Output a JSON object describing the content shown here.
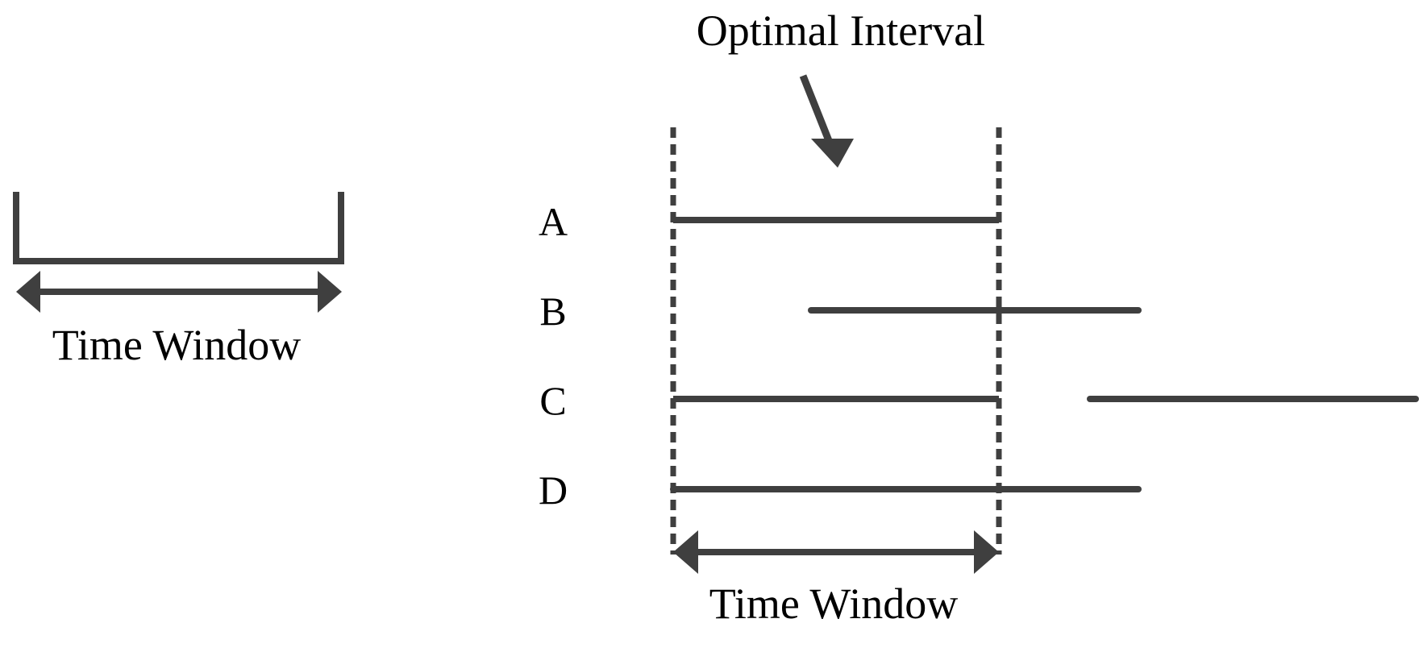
{
  "colors": {
    "stroke": "#3f3f3f",
    "text": "#000000"
  },
  "left_panel": {
    "caption": "Time Window"
  },
  "right_panel": {
    "annotation": "Optimal Interval",
    "caption": "Time Window",
    "rows": [
      {
        "label": "A"
      },
      {
        "label": "B"
      },
      {
        "label": "C"
      },
      {
        "label": "D"
      }
    ]
  }
}
